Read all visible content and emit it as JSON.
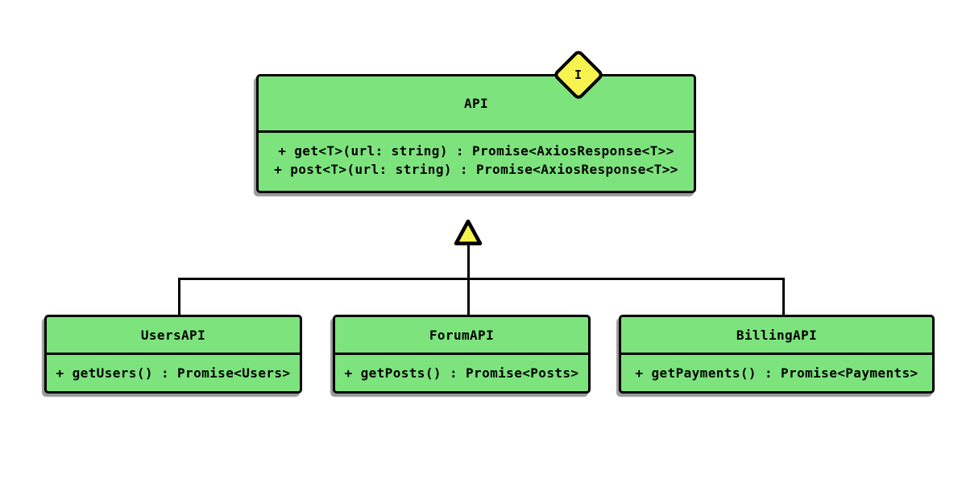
{
  "colors": {
    "canvas_background": "#ffffff",
    "node_fill": "#7DE37D",
    "badge_fill": "#F7F34E",
    "stroke": "#000000"
  },
  "interface_node": {
    "badge": "I",
    "title": "API",
    "methods": [
      "+ get<T>(url: string) : Promise<AxiosResponse<T>>",
      "+ post<T>(url: string) : Promise<AxiosResponse<T>>"
    ]
  },
  "classes": [
    {
      "title": "UsersAPI",
      "methods": [
        "+ getUsers() : Promise<Users>"
      ]
    },
    {
      "title": "ForumAPI",
      "methods": [
        "+ getPosts() : Promise<Posts>"
      ]
    },
    {
      "title": "BillingAPI",
      "methods": [
        "+ getPayments() : Promise<Payments>"
      ]
    }
  ],
  "relationships": [
    {
      "from": "UsersAPI",
      "to": "API",
      "type": "inheritance"
    },
    {
      "from": "ForumAPI",
      "to": "API",
      "type": "inheritance"
    },
    {
      "from": "BillingAPI",
      "to": "API",
      "type": "inheritance"
    }
  ]
}
